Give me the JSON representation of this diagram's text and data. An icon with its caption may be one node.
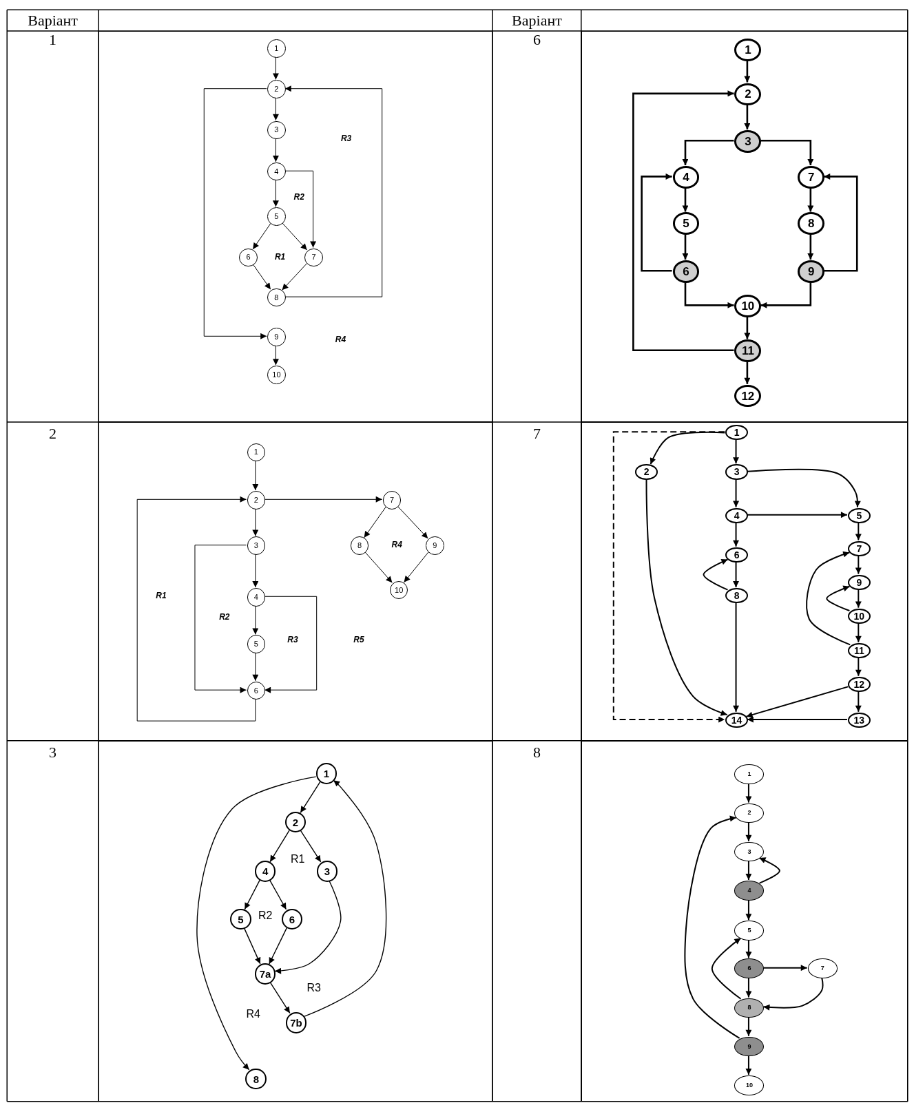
{
  "diagram": {
    "nodes": [
      {
        "text": [],
        "shape": "box"
      },
      {
        "text": [],
        "shape": "box"
      },
      {
        "text": [],
        "shape": "box"
      },
      {
        "text": [],
        "shape": "box"
      },
      {
        "text": [],
        "shape": "box"
      },
      {
        "text": [],
        "shape": "box"
      },
      {
        "text": [
          "1"
        ],
        "in": 0
      },
      {
        "text": [
          "2"
        ],
        "in": 0
      },
      {
        "text": [
          "3"
        ],
        "in": 0
      },
      {
        "text": [
          "4"
        ],
        "in": 0
      },
      {
        "text": [
          "5"
        ],
        "in": 0
      },
      {
        "text": [
          "6"
        ],
        "in": 0
      },
      {
        "text": [
          "7"
        ],
        "in": 0
      },
      {
        "text": [
          "8"
        ],
        "in": 0
      },
      {
        "text": [
          "9"
        ],
        "in": 0
      },
      {
        "text": [
          "10"
        ],
        "in": 0
      },
      {
        "text": [
          "1"
        ],
        "in": 1
      },
      {
        "text": [
          "2"
        ],
        "in": 1
      },
      {
        "text": [
          "3"
        ],
        "in": 1
      },
      {
        "text": [
          "4"
        ],
        "in": 1
      },
      {
        "text": [
          "5"
        ],
        "in": 1
      },
      {
        "text": [
          "6"
        ],
        "in": 1
      },
      {
        "text": [
          "7"
        ],
        "in": 1
      },
      {
        "text": [
          "8"
        ],
        "in": 1
      },
      {
        "text": [
          "9"
        ],
        "in": 1
      },
      {
        "text": [
          "10"
        ],
        "in": 1
      },
      {
        "text": [
          "11"
        ],
        "in": 1
      },
      {
        "text": [
          "12"
        ],
        "in": 1
      },
      {
        "text": [
          "1"
        ],
        "in": 2
      },
      {
        "text": [
          "2"
        ],
        "in": 2
      },
      {
        "text": [
          "3"
        ],
        "in": 2
      },
      {
        "text": [
          "4"
        ],
        "in": 2
      },
      {
        "text": [
          "5"
        ],
        "in": 2
      },
      {
        "text": [
          "6"
        ],
        "in": 2
      },
      {
        "text": [
          "7"
        ],
        "in": 2
      },
      {
        "text": [
          "8"
        ],
        "in": 2
      },
      {
        "text": [
          "9"
        ],
        "in": 2
      },
      {
        "text": [
          "10"
        ],
        "in": 2
      },
      {
        "text": [
          "1"
        ],
        "in": 3
      },
      {
        "text": [
          "2"
        ],
        "in": 3
      },
      {
        "text": [
          "3"
        ],
        "in": 3
      },
      {
        "text": [
          "4"
        ],
        "in": 3
      },
      {
        "text": [
          "5"
        ],
        "in": 3
      },
      {
        "text": [
          "6"
        ],
        "in": 3
      },
      {
        "text": [
          "7"
        ],
        "in": 3
      },
      {
        "text": [
          "8"
        ],
        "in": 3
      },
      {
        "text": [
          "9"
        ],
        "in": 3
      },
      {
        "text": [
          "10"
        ],
        "in": 3
      },
      {
        "text": [
          "11"
        ],
        "in": 3
      },
      {
        "text": [
          "12"
        ],
        "in": 3
      },
      {
        "text": [
          "13"
        ],
        "in": 3
      },
      {
        "text": [
          "14"
        ],
        "in": 3
      },
      {
        "text": [
          "1"
        ],
        "in": 4
      },
      {
        "text": [
          "2"
        ],
        "in": 4
      },
      {
        "text": [
          "3"
        ],
        "in": 4
      },
      {
        "text": [
          "4"
        ],
        "in": 4
      },
      {
        "text": [
          "5"
        ],
        "in": 4
      },
      {
        "text": [
          "6"
        ],
        "in": 4
      },
      {
        "text": [
          "7a"
        ],
        "in": 4
      },
      {
        "text": [
          "7b"
        ],
        "in": 4
      },
      {
        "text": [
          "8"
        ],
        "in": 4
      },
      {
        "text": [
          "1"
        ],
        "in": 5
      },
      {
        "text": [
          "2"
        ],
        "in": 5
      },
      {
        "text": [
          "3"
        ],
        "in": 5
      },
      {
        "text": [
          "4"
        ],
        "in": 5
      },
      {
        "text": [
          "5"
        ],
        "in": 5
      },
      {
        "text": [
          "6"
        ],
        "in": 5
      },
      {
        "text": [
          "7"
        ],
        "in": 5
      },
      {
        "text": [
          "8"
        ],
        "in": 5
      },
      {
        "text": [
          "9"
        ],
        "in": 5
      },
      {
        "text": [
          "10"
        ],
        "in": 5
      }
    ],
    "edges": [
      {
        "from": 6,
        "to": 7,
        "arrow": "to"
      },
      {
        "from": 7,
        "to": 8,
        "arrow": "to"
      },
      {
        "from": 8,
        "to": 9,
        "arrow": "to"
      },
      {
        "from": 9,
        "to": 10,
        "arrow": "to"
      },
      {
        "from": 9,
        "to": 12,
        "arrow": "to"
      },
      {
        "from": 10,
        "to": 11,
        "arrow": "to"
      },
      {
        "from": 10,
        "to": 12,
        "arrow": "to"
      },
      {
        "from": 11,
        "to": 13,
        "arrow": "to"
      },
      {
        "from": 12,
        "to": 13,
        "arrow": "to"
      },
      {
        "from": 13,
        "to": 7,
        "arrow": "to"
      },
      {
        "from": 7,
        "to": 14,
        "arrow": "to"
      },
      {
        "from": 14,
        "to": 15,
        "arrow": "to"
      },
      {
        "from": 16,
        "to": 17,
        "arrow": "to"
      },
      {
        "from": 17,
        "to": 18,
        "arrow": "to"
      },
      {
        "from": 18,
        "to": 19,
        "arrow": "to"
      },
      {
        "from": 18,
        "to": 22,
        "arrow": "to"
      },
      {
        "from": 19,
        "to": 20,
        "arrow": "to"
      },
      {
        "from": 20,
        "to": 21,
        "arrow": "to"
      },
      {
        "from": 21,
        "to": 19,
        "arrow": "to"
      },
      {
        "from": 22,
        "to": 23,
        "arrow": "to"
      },
      {
        "from": 23,
        "to": 24,
        "arrow": "to"
      },
      {
        "from": 24,
        "to": 22,
        "arrow": "to"
      },
      {
        "from": 21,
        "to": 25,
        "arrow": "to"
      },
      {
        "from": 24,
        "to": 25,
        "arrow": "to"
      },
      {
        "from": 25,
        "to": 26,
        "arrow": "to"
      },
      {
        "from": 26,
        "to": 17,
        "arrow": "to"
      },
      {
        "from": 26,
        "to": 27,
        "arrow": "to"
      },
      {
        "from": 28,
        "to": 29,
        "arrow": "to"
      },
      {
        "from": 29,
        "to": 30,
        "arrow": "to"
      },
      {
        "from": 30,
        "to": 31,
        "arrow": "to"
      },
      {
        "from": 31,
        "to": 32,
        "arrow": "to"
      },
      {
        "from": 32,
        "to": 33,
        "arrow": "to"
      },
      {
        "from": 29,
        "to": 34,
        "arrow": "to"
      },
      {
        "from": 34,
        "to": 35,
        "arrow": "to"
      },
      {
        "from": 34,
        "to": 36,
        "arrow": "to"
      },
      {
        "from": 35,
        "to": 37,
        "arrow": "to"
      },
      {
        "from": 36,
        "to": 37,
        "arrow": "to"
      },
      {
        "from": 30,
        "to": 33,
        "arrow": "to"
      },
      {
        "from": 31,
        "to": 33,
        "arrow": "to"
      },
      {
        "from": 33,
        "to": 29,
        "arrow": "to"
      },
      {
        "from": 38,
        "to": 39,
        "arrow": "to"
      },
      {
        "from": 38,
        "to": 40,
        "arrow": "to"
      },
      {
        "from": 40,
        "to": 41,
        "arrow": "to"
      },
      {
        "from": 40,
        "to": 42,
        "arrow": "to"
      },
      {
        "from": 41,
        "to": 42,
        "arrow": "to"
      },
      {
        "from": 41,
        "to": 43,
        "arrow": "to"
      },
      {
        "from": 42,
        "to": 44,
        "arrow": "to"
      },
      {
        "from": 43,
        "to": 45,
        "arrow": "to"
      },
      {
        "from": 45,
        "to": 43,
        "arrow": "to"
      },
      {
        "from": 45,
        "to": 51,
        "arrow": "to"
      },
      {
        "from": 39,
        "to": 51,
        "arrow": "to"
      },
      {
        "from": 44,
        "to": 46,
        "arrow": "to"
      },
      {
        "from": 46,
        "to": 47,
        "arrow": "to"
      },
      {
        "from": 47,
        "to": 46,
        "arrow": "to"
      },
      {
        "from": 47,
        "to": 48,
        "arrow": "to"
      },
      {
        "from": 48,
        "to": 44,
        "arrow": "to"
      },
      {
        "from": 48,
        "to": 49,
        "arrow": "to"
      },
      {
        "from": 49,
        "to": 50,
        "arrow": "to"
      },
      {
        "from": 49,
        "to": 51,
        "arrow": "to"
      },
      {
        "from": 50,
        "to": 51,
        "arrow": "to"
      },
      {
        "from": 38,
        "to": 51,
        "arrow": "to",
        "style": "dashed"
      },
      {
        "from": 52,
        "to": 53,
        "arrow": "to"
      },
      {
        "from": 53,
        "to": 55,
        "arrow": "to"
      },
      {
        "from": 53,
        "to": 54,
        "arrow": "to"
      },
      {
        "from": 55,
        "to": 56,
        "arrow": "to"
      },
      {
        "from": 55,
        "to": 57,
        "arrow": "to"
      },
      {
        "from": 56,
        "to": 58,
        "arrow": "to"
      },
      {
        "from": 57,
        "to": 58,
        "arrow": "to"
      },
      {
        "from": 54,
        "to": 58,
        "arrow": "to"
      },
      {
        "from": 58,
        "to": 59,
        "arrow": "to"
      },
      {
        "from": 59,
        "to": 52,
        "arrow": "to"
      },
      {
        "from": 52,
        "to": 60,
        "arrow": "to"
      },
      {
        "from": 61,
        "to": 62,
        "arrow": "to"
      },
      {
        "from": 62,
        "to": 63,
        "arrow": "to"
      },
      {
        "from": 63,
        "to": 64,
        "arrow": "to"
      },
      {
        "from": 64,
        "to": 63,
        "arrow": "to"
      },
      {
        "from": 64,
        "to": 65,
        "arrow": "to"
      },
      {
        "from": 65,
        "to": 66,
        "arrow": "to"
      },
      {
        "from": 66,
        "to": 67,
        "arrow": "to"
      },
      {
        "from": 66,
        "to": 68,
        "arrow": "to"
      },
      {
        "from": 67,
        "to": 68,
        "arrow": "to"
      },
      {
        "from": 68,
        "to": 65,
        "arrow": "to"
      },
      {
        "from": 68,
        "to": 69,
        "arrow": "to"
      },
      {
        "from": 69,
        "to": 62,
        "arrow": "to"
      },
      {
        "from": 69,
        "to": 70,
        "arrow": "to"
      }
    ],
    "labels": [
      "Варіант",
      "Варіант",
      "1",
      "R3",
      "R2",
      "R1",
      "R4",
      "6",
      "2",
      "R4",
      "R1",
      "R2",
      "R3",
      "R5",
      "7",
      "3",
      "R1",
      "R2",
      "R3",
      "R4",
      "8"
    ]
  }
}
